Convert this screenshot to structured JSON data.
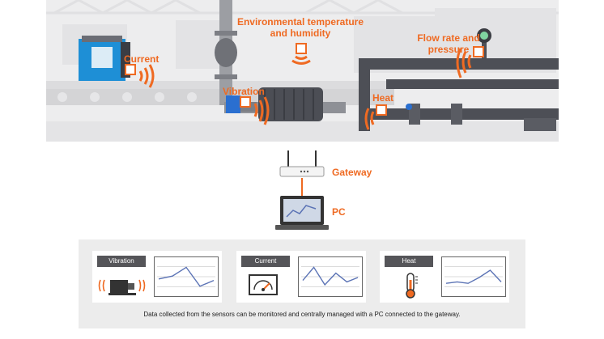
{
  "sensors": {
    "current": "Current",
    "vibration": "Vibration",
    "environment_line1": "Environmental temperature",
    "environment_line2": "and humidity",
    "heat": "Heat",
    "flow_line1": "Flow rate and",
    "flow_line2": "pressure"
  },
  "network": {
    "gateway": "Gateway",
    "pc": "PC"
  },
  "monitor": {
    "cards": [
      {
        "label": "Vibration",
        "icon": "motor-icon",
        "trend": [
          0.45,
          0.55,
          0.85,
          0.2,
          0.4
        ]
      },
      {
        "label": "Current",
        "icon": "gauge-icon",
        "trend": [
          0.4,
          0.85,
          0.25,
          0.65,
          0.35,
          0.5
        ]
      },
      {
        "label": "Heat",
        "icon": "thermometer-icon",
        "trend": [
          0.3,
          0.35,
          0.3,
          0.5,
          0.75,
          0.35
        ]
      }
    ],
    "caption": "Data collected from the sensors can be monitored and centrally managed with a PC connected to the gateway."
  },
  "colors": {
    "accent": "#ef6a22",
    "label_bg": "#555559",
    "chart_line": "#5b73b5"
  }
}
